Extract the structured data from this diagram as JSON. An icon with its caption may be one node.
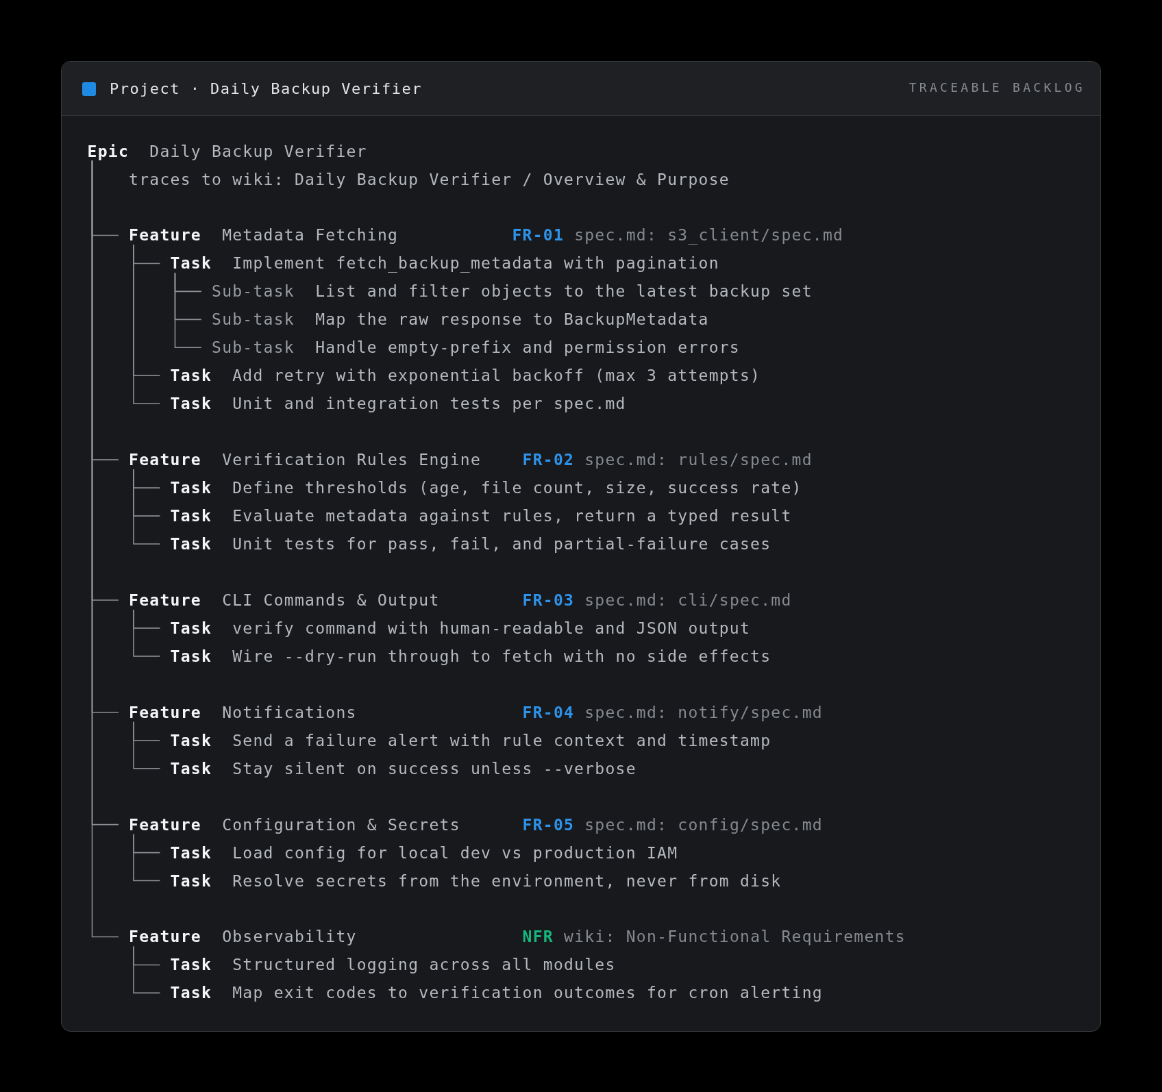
{
  "diagram": {
    "title": "Project · Daily Backup Verifier",
    "labels": [
      "TRACEABLE BACKLOG"
    ],
    "nodes": [
      {
        "text": [
          "Epic",
          "Daily Backup Verifier"
        ],
        "beside": [
          "traces to wiki: Daily Backup Verifier / Overview & Purpose"
        ]
      },
      {
        "text": [
          "Feature",
          "Metadata Fetching",
          "FR-01",
          "spec.md: s3_client/spec.md"
        ]
      },
      {
        "text": [
          "Task",
          "Implement fetch_backup_metadata with pagination"
        ]
      },
      {
        "text": [
          "Sub-task",
          "List and filter objects to the latest backup set"
        ]
      },
      {
        "text": [
          "Sub-task",
          "Map the raw response to BackupMetadata"
        ]
      },
      {
        "text": [
          "Sub-task",
          "Handle empty-prefix and permission errors"
        ]
      },
      {
        "text": [
          "Task",
          "Add retry with exponential backoff (max 3 attempts)"
        ]
      },
      {
        "text": [
          "Task",
          "Unit and integration tests per spec.md"
        ]
      },
      {
        "text": [
          "Feature",
          "Verification Rules Engine",
          "FR-02",
          "spec.md: rules/spec.md"
        ]
      },
      {
        "text": [
          "Task",
          "Define thresholds (age, file count, size, success rate)"
        ]
      },
      {
        "text": [
          "Task",
          "Evaluate metadata against rules, return a typed result"
        ]
      },
      {
        "text": [
          "Task",
          "Unit tests for pass, fail, and partial-failure cases"
        ]
      },
      {
        "text": [
          "Feature",
          "CLI Commands & Output",
          "FR-03",
          "spec.md: cli/spec.md"
        ]
      },
      {
        "text": [
          "Task",
          "verify command with human-readable and JSON output"
        ]
      },
      {
        "text": [
          "Task",
          "Wire --dry-run through to fetch with no side effects"
        ]
      },
      {
        "text": [
          "Feature",
          "Notifications",
          "FR-04",
          "spec.md: notify/spec.md"
        ]
      },
      {
        "text": [
          "Task",
          "Send a failure alert with rule context and timestamp"
        ]
      },
      {
        "text": [
          "Task",
          "Stay silent on success unless --verbose"
        ]
      },
      {
        "text": [
          "Feature",
          "Configuration & Secrets",
          "FR-05",
          "spec.md: config/spec.md"
        ]
      },
      {
        "text": [
          "Task",
          "Load config for local dev vs production IAM"
        ]
      },
      {
        "text": [
          "Task",
          "Resolve secrets from the environment, never from disk"
        ]
      },
      {
        "text": [
          "Feature",
          "Observability",
          "NFR",
          "wiki: Non-Functional Requirements"
        ]
      },
      {
        "text": [
          "Task",
          "Structured logging across all modules"
        ]
      },
      {
        "text": [
          "Task",
          "Map exit codes to verification outcomes for cron alerting"
        ]
      }
    ],
    "edges": [
      {
        "from": 0,
        "to": 1,
        "arrow": "none"
      },
      {
        "from": 1,
        "to": 2,
        "arrow": "none"
      },
      {
        "from": 2,
        "to": 3,
        "arrow": "none"
      },
      {
        "from": 2,
        "to": 4,
        "arrow": "none"
      },
      {
        "from": 2,
        "to": 5,
        "arrow": "none"
      },
      {
        "from": 1,
        "to": 6,
        "arrow": "none"
      },
      {
        "from": 1,
        "to": 7,
        "arrow": "none"
      },
      {
        "from": 0,
        "to": 8,
        "arrow": "none"
      },
      {
        "from": 8,
        "to": 9,
        "arrow": "none"
      },
      {
        "from": 8,
        "to": 10,
        "arrow": "none"
      },
      {
        "from": 8,
        "to": 11,
        "arrow": "none"
      },
      {
        "from": 0,
        "to": 12,
        "arrow": "none"
      },
      {
        "from": 12,
        "to": 13,
        "arrow": "none"
      },
      {
        "from": 12,
        "to": 14,
        "arrow": "none"
      },
      {
        "from": 0,
        "to": 15,
        "arrow": "none"
      },
      {
        "from": 15,
        "to": 16,
        "arrow": "none"
      },
      {
        "from": 15,
        "to": 17,
        "arrow": "none"
      },
      {
        "from": 0,
        "to": 18,
        "arrow": "none"
      },
      {
        "from": 18,
        "to": 19,
        "arrow": "none"
      },
      {
        "from": 18,
        "to": 20,
        "arrow": "none"
      },
      {
        "from": 0,
        "to": 21,
        "arrow": "none"
      },
      {
        "from": 21,
        "to": 22,
        "arrow": "none"
      },
      {
        "from": 21,
        "to": 23,
        "arrow": "none"
      }
    ]
  }
}
